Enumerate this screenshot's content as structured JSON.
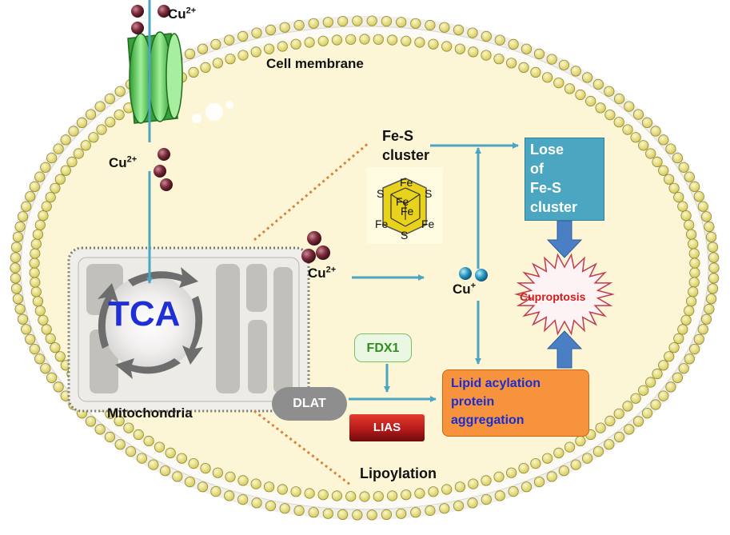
{
  "labels": {
    "cell_membrane": "Cell membrane",
    "cu2_base": "Cu",
    "cu2_sup": "2+",
    "cu1_base": "Cu",
    "cu1_sup": "+",
    "fes_cluster": "Fe-S\ncluster",
    "lose_fes": "Lose\nof\nFe-S\ncluster",
    "tca": "TCA",
    "mitochondria": "Mitochondria",
    "lipoylation": "Lipoylation",
    "cuproptosis": "Cuproptosis",
    "fdx1": "FDX1",
    "dlat": "DLAT",
    "lias": "LIAS",
    "lipid": "Lipid acylation\nprotein\naggregation"
  },
  "cluster_atoms": {
    "s": "S",
    "fe": "Fe"
  },
  "colors": {
    "cytoplasm": "#fdf6d6",
    "lipid_head": "#e8df79",
    "arrow": "#4aa6c1",
    "copper_ion": "#7a2a3a",
    "cu1_ion": "#2a9ac6",
    "dotted_line": "#d9833a",
    "fes_cube": "#e8d21c"
  }
}
